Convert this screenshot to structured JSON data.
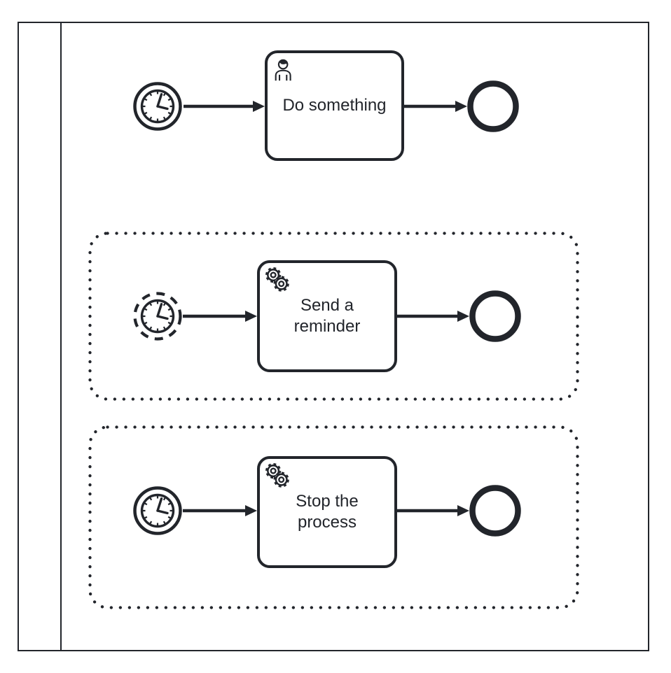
{
  "colors": {
    "stroke": "#22252b",
    "background": "#ffffff"
  },
  "pool": {
    "label": ""
  },
  "rows": [
    {
      "start_event": {
        "kind": "timer-start-event",
        "interrupting": true,
        "icon": "clock-icon"
      },
      "task": {
        "label": "Do something",
        "icon": "user-icon",
        "type": "user-task"
      },
      "end_event": {
        "kind": "end-event"
      }
    },
    {
      "subprocess": {
        "kind": "event-subprocess",
        "border": "dotted"
      },
      "start_event": {
        "kind": "timer-start-event",
        "interrupting": false,
        "icon": "clock-icon"
      },
      "task": {
        "label": "Send a reminder",
        "icon": "gears-icon",
        "type": "service-task"
      },
      "end_event": {
        "kind": "end-event"
      }
    },
    {
      "subprocess": {
        "kind": "event-subprocess",
        "border": "dotted"
      },
      "start_event": {
        "kind": "timer-start-event",
        "interrupting": true,
        "icon": "clock-icon"
      },
      "task": {
        "label": "Stop the process",
        "icon": "gears-icon",
        "type": "service-task"
      },
      "end_event": {
        "kind": "end-event"
      }
    }
  ]
}
